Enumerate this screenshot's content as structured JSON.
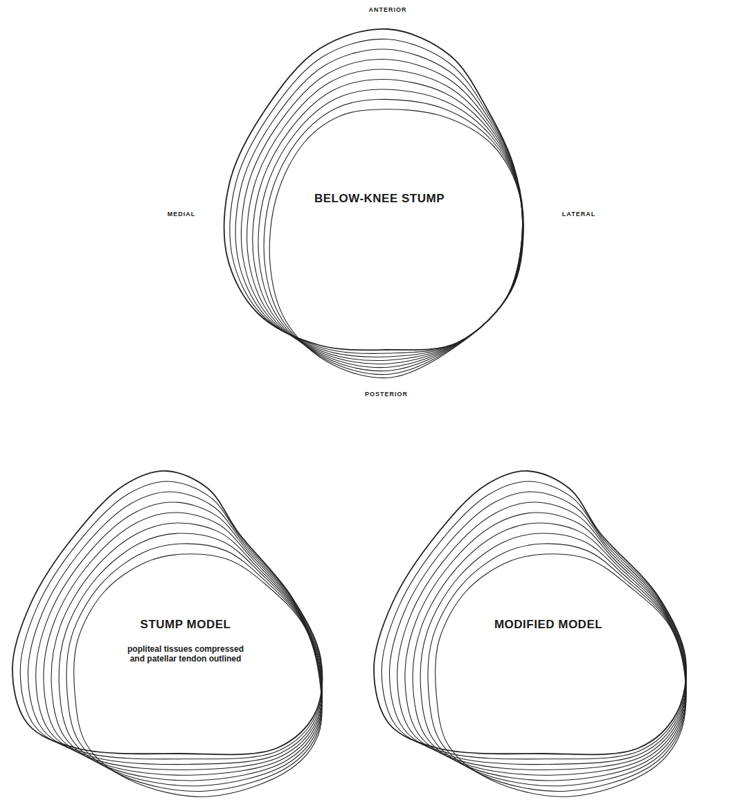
{
  "diagram": {
    "labels": [
      "ANTERIOR",
      "MEDIAL",
      "LATERAL",
      "POSTERIOR",
      "BELOW-KNEE STUMP",
      "STUMP MODEL",
      "popliteal tissues compressed and patellar tendon outlined",
      "MODIFIED MODEL"
    ]
  }
}
